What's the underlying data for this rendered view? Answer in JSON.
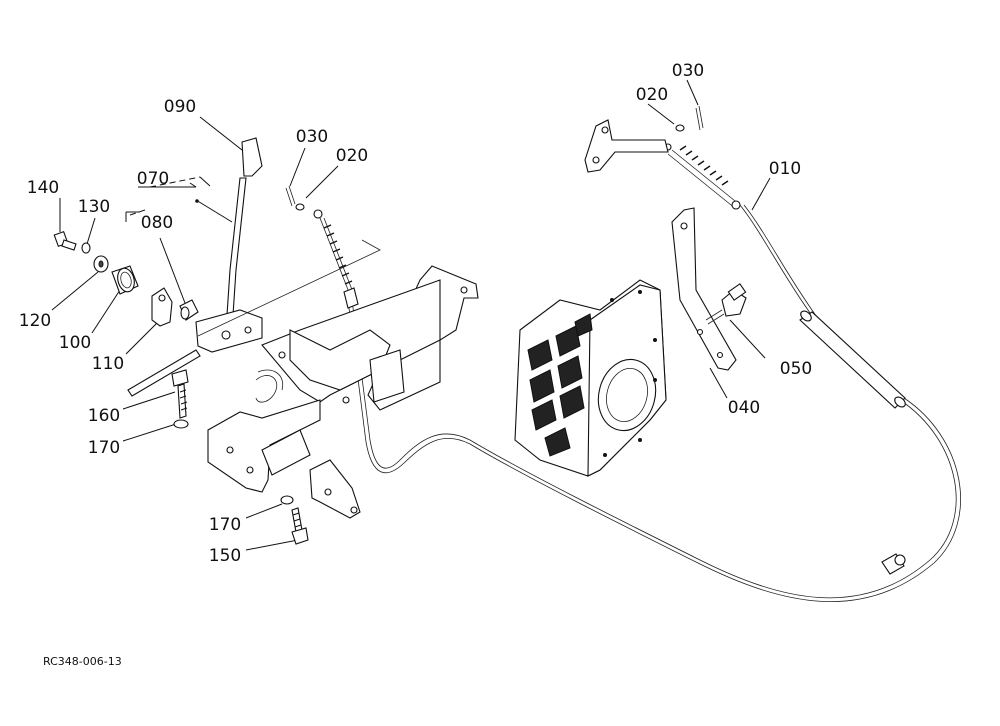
{
  "diagram": {
    "document_ref": "RC348-006-13",
    "callouts": {
      "p090": "090",
      "p070": "070",
      "p080": "080",
      "p140": "140",
      "p130": "130",
      "p120": "120",
      "p100": "100",
      "p110": "110",
      "p160": "160",
      "p170a": "170",
      "p170b": "170",
      "p150": "150",
      "p030a": "030",
      "p020a": "020",
      "p030b": "030",
      "p020b": "020",
      "p010": "010",
      "p050": "050",
      "p040": "040"
    }
  }
}
